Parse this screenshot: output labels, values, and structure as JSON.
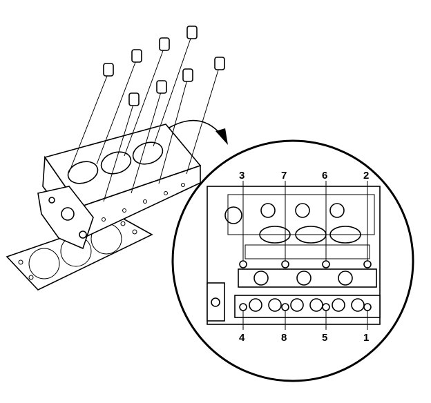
{
  "figure": {
    "bolt_sequence_top": [
      {
        "id": "3",
        "text": "3"
      },
      {
        "id": "7",
        "text": "7"
      },
      {
        "id": "6",
        "text": "6"
      },
      {
        "id": "2",
        "text": "2"
      }
    ],
    "bolt_sequence_bottom": [
      {
        "id": "4",
        "text": "4"
      },
      {
        "id": "8",
        "text": "8"
      },
      {
        "id": "5",
        "text": "5"
      },
      {
        "id": "1",
        "text": "1"
      }
    ]
  }
}
